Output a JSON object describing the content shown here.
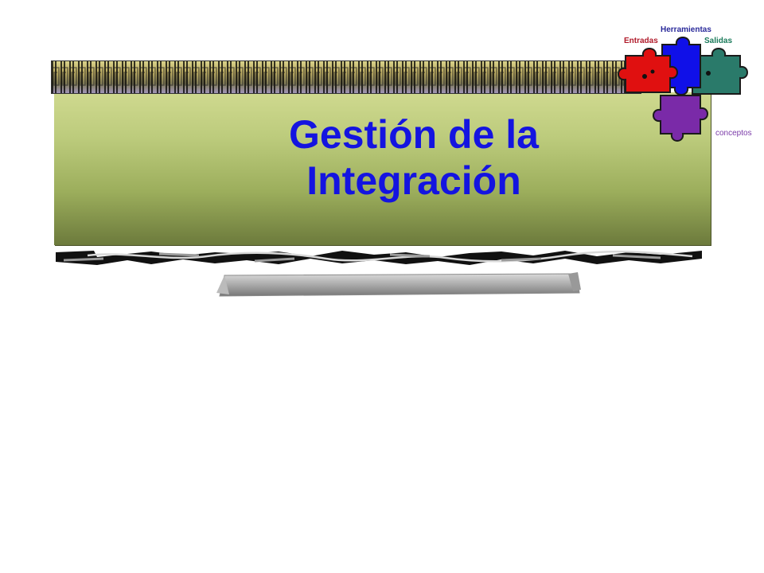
{
  "title": {
    "line1": "Gestión de la",
    "line2": "Integración"
  },
  "puzzle_labels": {
    "tools": "Herramientas",
    "inputs": "Entradas",
    "outputs": "Salidas",
    "concepts": "conceptos"
  },
  "colors": {
    "title_text": "#1414e0",
    "panel_light": "#cfd98f",
    "panel_dark": "#6c7a3c",
    "piece_red": "#e01010",
    "piece_blue": "#1010e8",
    "piece_green": "#2a7a6a",
    "piece_purple": "#7a2aa8"
  },
  "icons": {
    "puzzle": "puzzle-pieces-icon",
    "decor": "greek-key-border"
  }
}
